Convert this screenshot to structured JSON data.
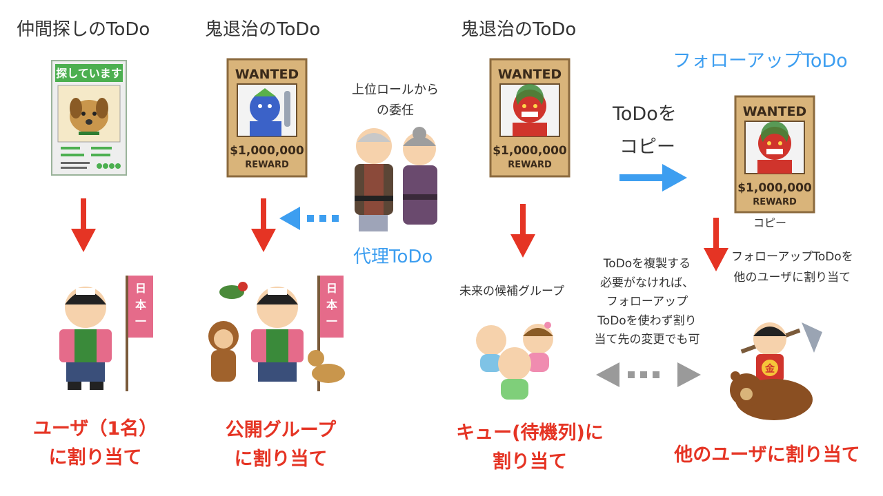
{
  "columns": {
    "search": {
      "title": "仲間探しのToDo",
      "poster_heading": "探しています",
      "result_line1": "ユーザ（1名）",
      "result_line2": "に割り当て"
    },
    "public": {
      "title": "鬼退治のToDo",
      "result_line1": "公開グループ",
      "result_line2": "に割り当て"
    },
    "queue": {
      "title": "鬼退治のToDo",
      "candidates_label": "未来の候補グループ",
      "result_line1": "キュー(待機列)に",
      "result_line2": "割り当て"
    },
    "followup": {
      "title": "フォローアップToDo",
      "copy_caption": "コピー",
      "assign_note_line1": "フォローアップToDoを",
      "assign_note_line2": "他のユーザに割り当て",
      "result": "他のユーザに割り当て"
    }
  },
  "wanted_poster": {
    "heading": "WANTED",
    "reward_amount": "$1,000,000",
    "reward_label": "REWARD"
  },
  "banner_text": [
    "日",
    "本",
    "一"
  ],
  "kintaro_badge": "金",
  "delegation": {
    "note_line1": "上位ロールから",
    "note_line2": "の委任",
    "label": "代理ToDo"
  },
  "copy_arrow": {
    "line1": "ToDoを",
    "line2": "コピー"
  },
  "alternative_note": [
    "ToDoを複製する",
    "必要がなければ、",
    "フォローアップ",
    "ToDoを使わず割り",
    "当て先の変更でも可"
  ],
  "colors": {
    "red": "#e53424",
    "blue": "#3d9ef0",
    "gray": "#9a9a9a",
    "text": "#333333"
  }
}
